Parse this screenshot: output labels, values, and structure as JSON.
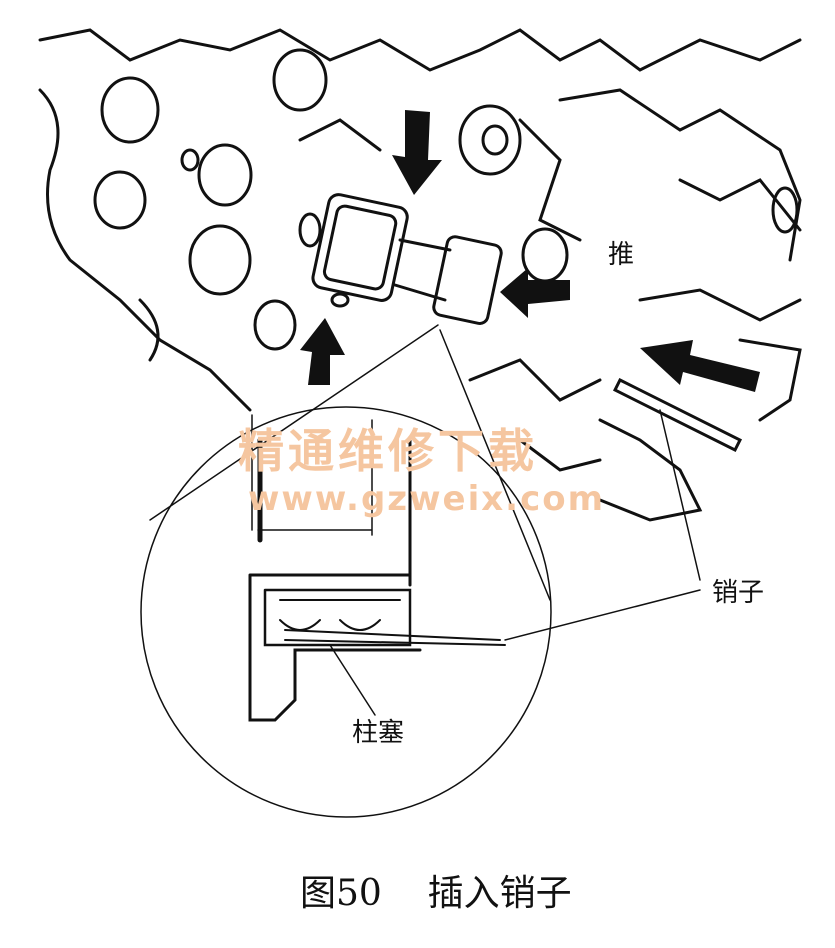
{
  "labels": {
    "push": "推",
    "pin": "销子",
    "plunger": "柱塞"
  },
  "caption": {
    "figure_number": "图50",
    "title": "插入销子"
  },
  "watermark": {
    "text_cn": "精通维修下载",
    "url": "www.gzweix.com",
    "color": "#f5c6a0"
  }
}
